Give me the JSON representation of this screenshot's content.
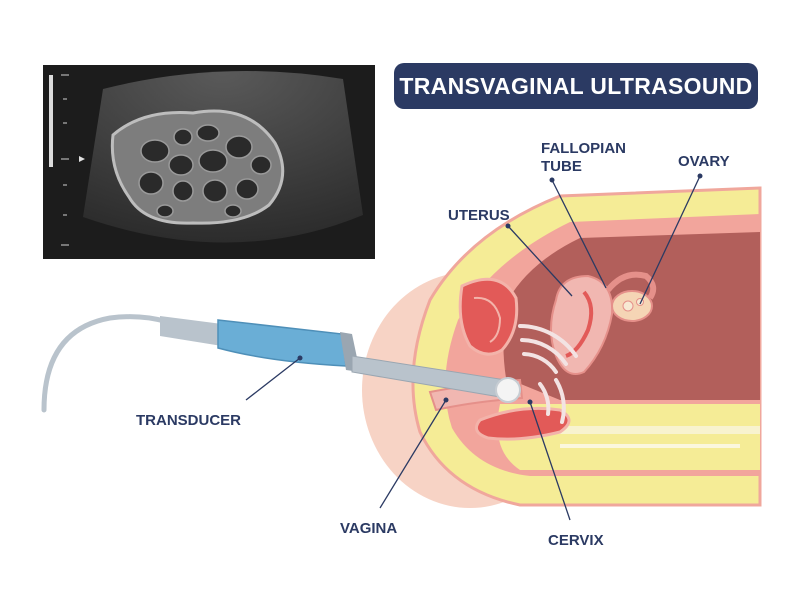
{
  "title": "TRANSVAGINAL ULTRASOUND",
  "labels": {
    "fallopian_line1": "FALLOPIAN",
    "fallopian_line2": "TUBE",
    "ovary": "OVARY",
    "uterus": "UTERUS",
    "transducer": "TRANSDUCER",
    "vagina": "VAGINA",
    "cervix": "CERVIX"
  },
  "colors": {
    "title_bg": "#2b3a63",
    "label_text": "#2b3a63",
    "skin": "#f7d3c5",
    "fat": "#f5ec96",
    "tissue_pink": "#f2a59c",
    "cavity": "#b25f5b",
    "organ_red": "#e25a58",
    "probe_blue": "#6aaed6",
    "probe_grey": "#b9c3cc",
    "scan_bg": "#1c1c1c"
  },
  "icons": [
    "ultrasound-scan-image",
    "transducer-probe",
    "sound-wave-arcs"
  ]
}
